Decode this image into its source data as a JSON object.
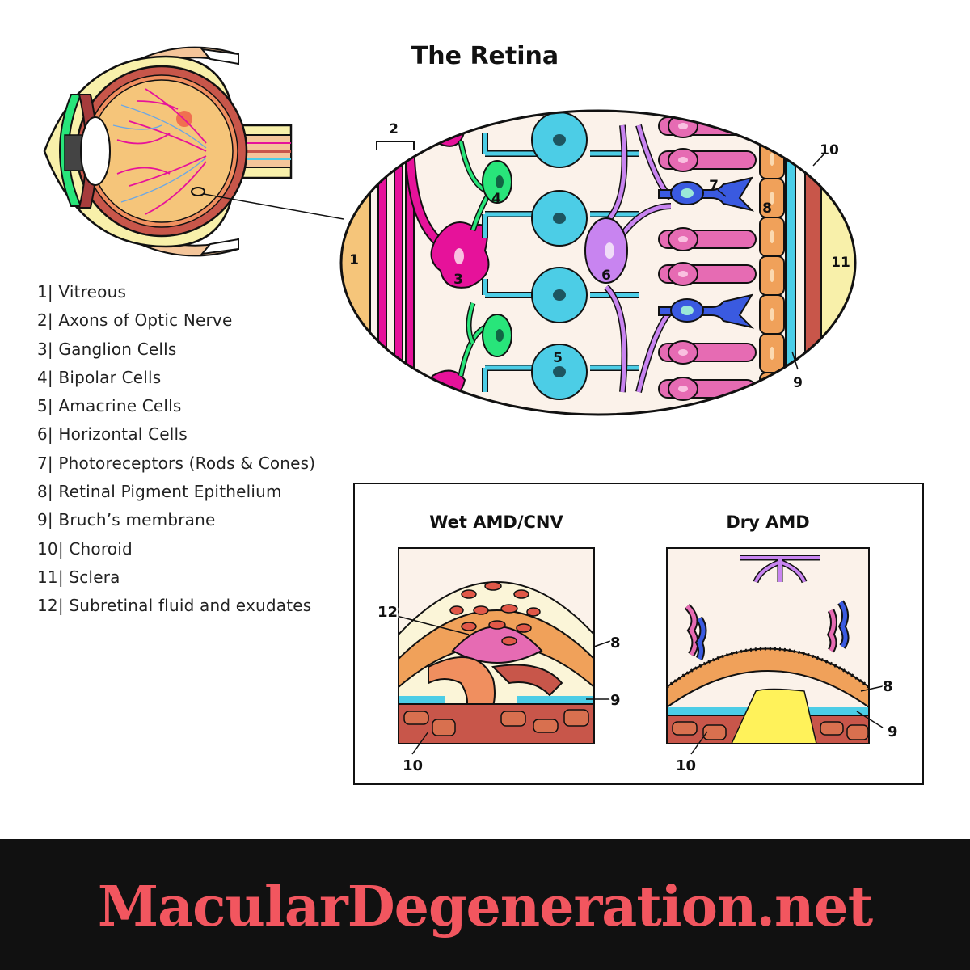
{
  "title": "The Retina",
  "legend": [
    "1| Vitreous",
    "2| Axons of Optic Nerve",
    "3| Ganglion Cells",
    "4| Bipolar Cells",
    "5| Amacrine Cells",
    "6| Horizontal Cells",
    "7| Photoreceptors (Rods & Cones)",
    "8| Retinal Pigment Epithelium",
    "9| Bruch’s membrane",
    "10| Choroid",
    "11| Sclera",
    "12| Subretinal fluid and exudates"
  ],
  "retina_labels": {
    "vitreous": "1",
    "axons": "2",
    "ganglion": "3",
    "bipolar": "4",
    "amacrine": "5",
    "horizontal": "6",
    "photoreceptor": "7",
    "rpe": "8",
    "bruch": "9",
    "choroid": "10",
    "sclera": "11"
  },
  "wet_amd": {
    "title": "Wet AMD/CNV",
    "labels": {
      "fluid": "12",
      "rpe": "8",
      "bruch": "9",
      "choroid": "10"
    }
  },
  "dry_amd": {
    "title": "Dry AMD",
    "labels": {
      "rpe": "8",
      "bruch": "9",
      "choroid": "10"
    }
  },
  "brand": "MacularDegeneration.net",
  "colors": {
    "footer_bg": "#111111",
    "brand": "#f2565f",
    "ganglion": "#e6129a",
    "bipolar": "#28e57a",
    "amacrine": "#4ccde6",
    "horizontal": "#c884f0",
    "rod": "#e66bb3",
    "cone": "#3a5ae0",
    "rpe": "#f0a15a",
    "choroid": "#c8564a",
    "sclera": "#f7f0b0",
    "vitreous": "#f5c57a"
  }
}
